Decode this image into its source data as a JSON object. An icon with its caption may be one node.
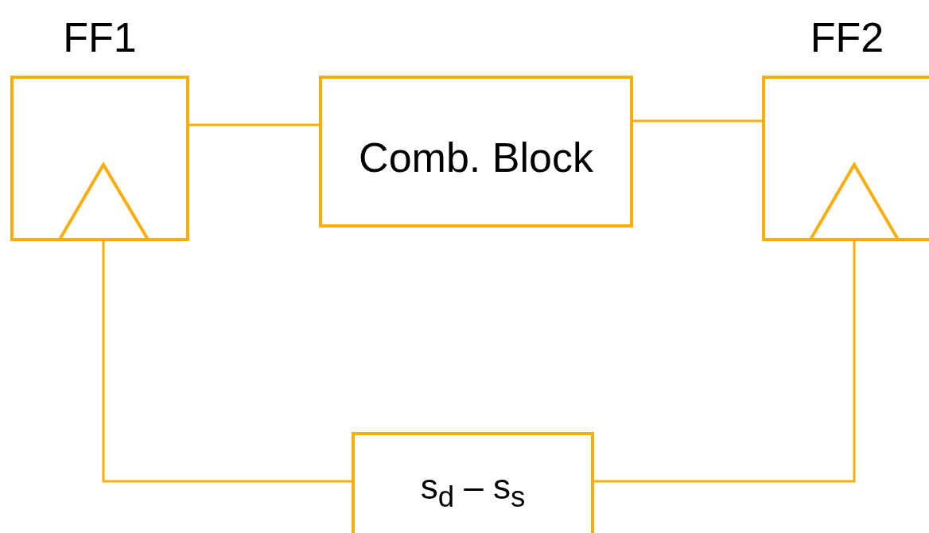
{
  "diagram": {
    "nodes": [
      {
        "text": [
          "FF1"
        ]
      },
      {
        "text": [
          "Comb. Block"
        ]
      },
      {
        "text": [
          "FF2"
        ]
      },
      {
        "text": [
          "s$_{d}$ –  s$_{s}$"
        ]
      }
    ],
    "edges": [
      {
        "from": 0,
        "to": 1,
        "arrow": "none"
      },
      {
        "from": 1,
        "to": 2,
        "arrow": "none"
      },
      {
        "from": 0,
        "to": 3,
        "arrow": "none"
      },
      {
        "from": 3,
        "to": 2,
        "arrow": "none"
      }
    ]
  }
}
